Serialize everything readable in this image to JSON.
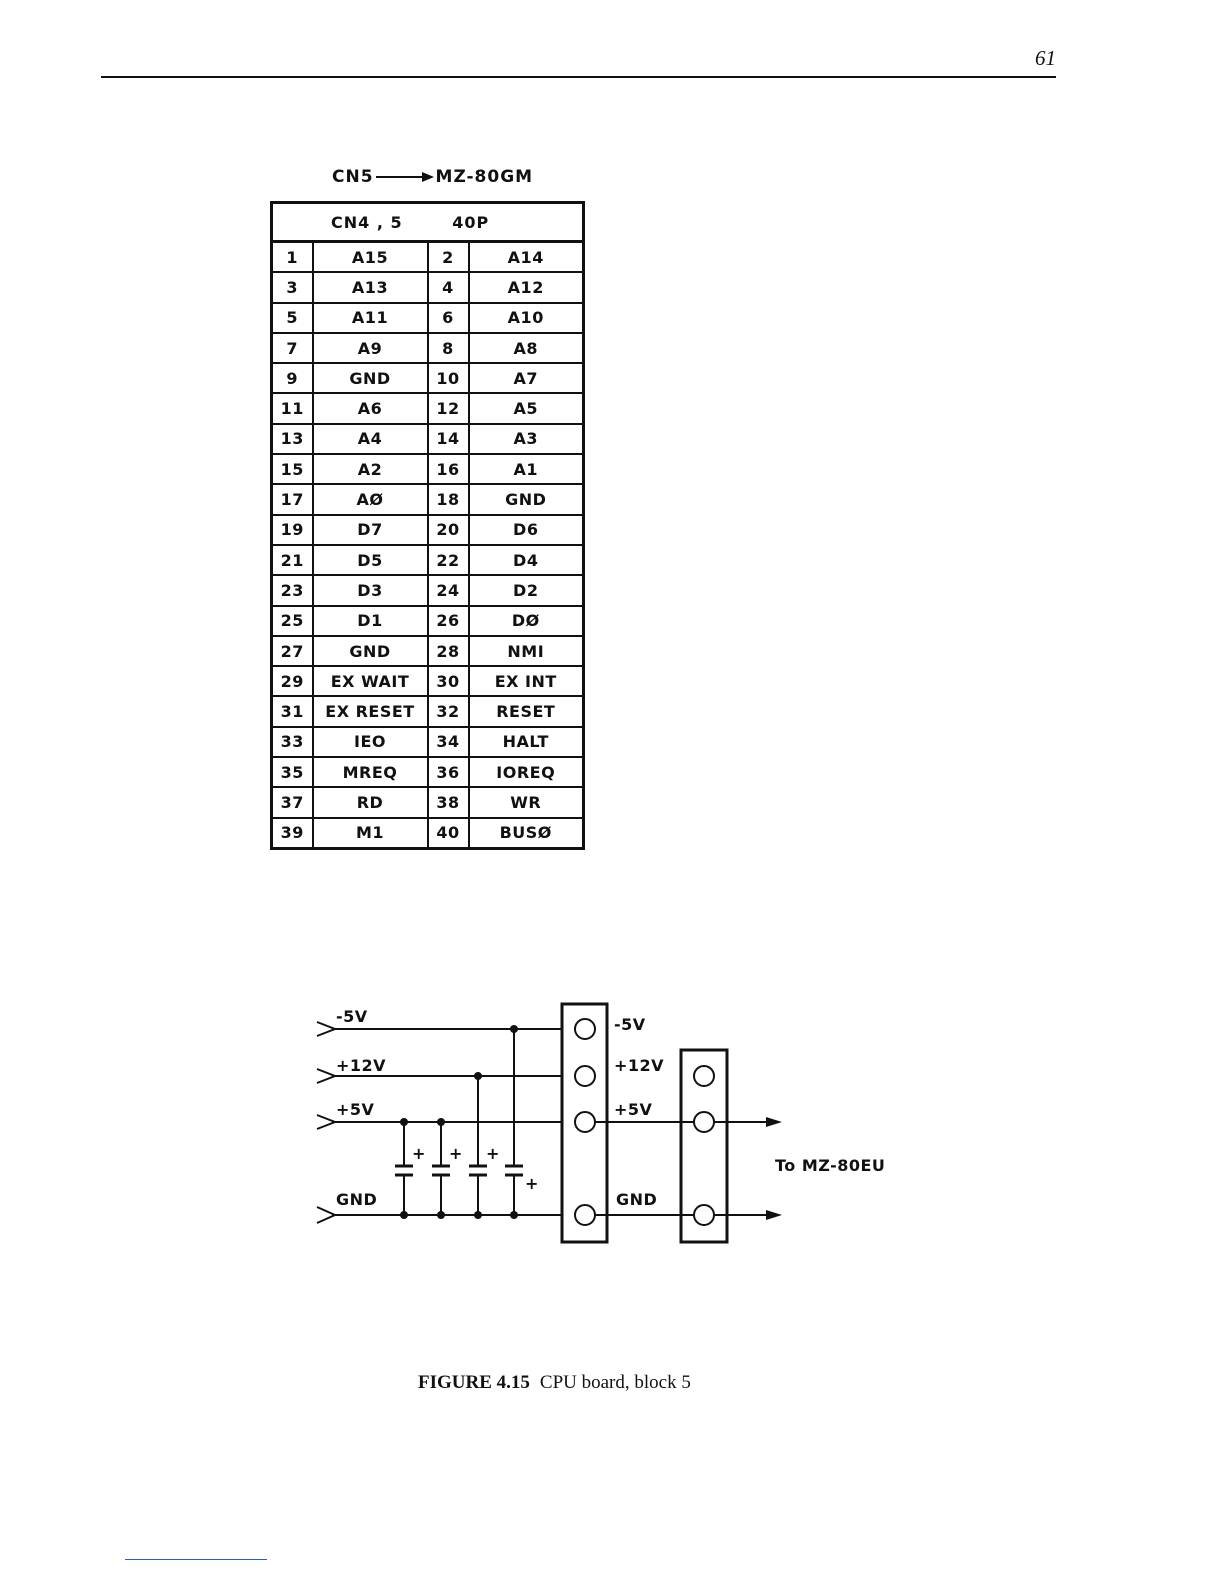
{
  "page": {
    "number": "61"
  },
  "connector_heading": {
    "from": "CN5",
    "to": "MZ-80GM"
  },
  "pin_table": {
    "header_left": "CN4 , 5",
    "header_right": "40P",
    "rows": [
      {
        "pin_a": "1",
        "sig_a": "A15",
        "pin_b": "2",
        "sig_b": "A14"
      },
      {
        "pin_a": "3",
        "sig_a": "A13",
        "pin_b": "4",
        "sig_b": "A12"
      },
      {
        "pin_a": "5",
        "sig_a": "A11",
        "pin_b": "6",
        "sig_b": "A10"
      },
      {
        "pin_a": "7",
        "sig_a": "A9",
        "pin_b": "8",
        "sig_b": "A8"
      },
      {
        "pin_a": "9",
        "sig_a": "GND",
        "pin_b": "10",
        "sig_b": "A7"
      },
      {
        "pin_a": "11",
        "sig_a": "A6",
        "pin_b": "12",
        "sig_b": "A5"
      },
      {
        "pin_a": "13",
        "sig_a": "A4",
        "pin_b": "14",
        "sig_b": "A3"
      },
      {
        "pin_a": "15",
        "sig_a": "A2",
        "pin_b": "16",
        "sig_b": "A1"
      },
      {
        "pin_a": "17",
        "sig_a": "AØ",
        "pin_b": "18",
        "sig_b": "GND"
      },
      {
        "pin_a": "19",
        "sig_a": "D7",
        "pin_b": "20",
        "sig_b": "D6"
      },
      {
        "pin_a": "21",
        "sig_a": "D5",
        "pin_b": "22",
        "sig_b": "D4"
      },
      {
        "pin_a": "23",
        "sig_a": "D3",
        "pin_b": "24",
        "sig_b": "D2"
      },
      {
        "pin_a": "25",
        "sig_a": "D1",
        "pin_b": "26",
        "sig_b": "DØ"
      },
      {
        "pin_a": "27",
        "sig_a": "GND",
        "pin_b": "28",
        "sig_b": "NMI"
      },
      {
        "pin_a": "29",
        "sig_a": "EX WAIT",
        "pin_b": "30",
        "sig_b": "EX INT"
      },
      {
        "pin_a": "31",
        "sig_a": "EX RESET",
        "pin_b": "32",
        "sig_b": "RESET"
      },
      {
        "pin_a": "33",
        "sig_a": "IEO",
        "pin_b": "34",
        "sig_b": "HALT"
      },
      {
        "pin_a": "35",
        "sig_a": "MREQ",
        "pin_b": "36",
        "sig_b": "IOREQ"
      },
      {
        "pin_a": "37",
        "sig_a": "RD",
        "pin_b": "38",
        "sig_b": "WR"
      },
      {
        "pin_a": "39",
        "sig_a": "M1",
        "pin_b": "40",
        "sig_b": "BUSØ"
      }
    ]
  },
  "schematic": {
    "input_labels": [
      "-5V",
      "+12V",
      "+5V",
      "GND"
    ],
    "connector_labels": [
      "-5V",
      "+12V",
      "+5V",
      "GND"
    ],
    "cap_polarity": "+",
    "destination": "To MZ-80EU"
  },
  "caption": {
    "label": "FIGURE 4.15",
    "text": "CPU board, block 5"
  }
}
